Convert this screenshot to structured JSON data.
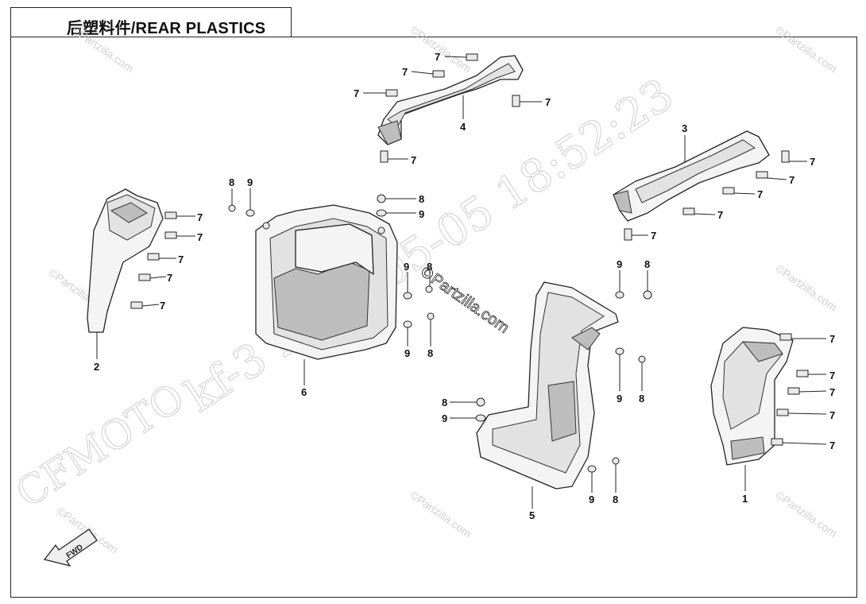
{
  "title": "后塑料件/REAR PLASTICS",
  "watermarks": {
    "site": "©Partzilla.com",
    "site_center_prefix": "©",
    "site_center": "Partzilla.com",
    "timestamp": "kf-3 2023-05-05 18:52:23",
    "brand": "CFMOTO"
  },
  "fwd_label": "FWD",
  "parts": [
    {
      "id": "part-1",
      "number": "1"
    },
    {
      "id": "part-2",
      "number": "2"
    },
    {
      "id": "part-3",
      "number": "3"
    },
    {
      "id": "part-4",
      "number": "4"
    },
    {
      "id": "part-5",
      "number": "5"
    },
    {
      "id": "part-6",
      "number": "6"
    }
  ],
  "hardware": {
    "clip": "7",
    "bolt": "8",
    "washer": "9"
  }
}
